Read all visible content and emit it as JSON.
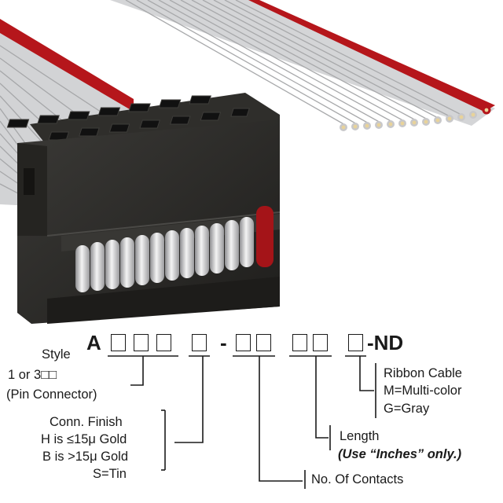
{
  "part_number": {
    "prefix": "A",
    "separator": "-",
    "suffix": "-ND"
  },
  "callouts": {
    "style": {
      "title": "Style",
      "line1": "1 or 3□□",
      "line2": "(Pin Connector)"
    },
    "conn_finish": {
      "title": "Conn. Finish",
      "line1": "H is ≤15μ Gold",
      "line2": "B is >15μ Gold",
      "line3": "S=Tin"
    },
    "contacts": {
      "title": "No. Of Contacts"
    },
    "length": {
      "title": "Length",
      "note": "(Use “Inches” only.)"
    },
    "ribbon": {
      "title": "Ribbon Cable",
      "line1": "M=Multi-color",
      "line2": "G=Gray"
    }
  },
  "colors": {
    "ribbon_gray": "#c9cacc",
    "ribbon_red": "#b5161b",
    "connector": "#2b2a28",
    "wire_end": "#e8d39a"
  }
}
